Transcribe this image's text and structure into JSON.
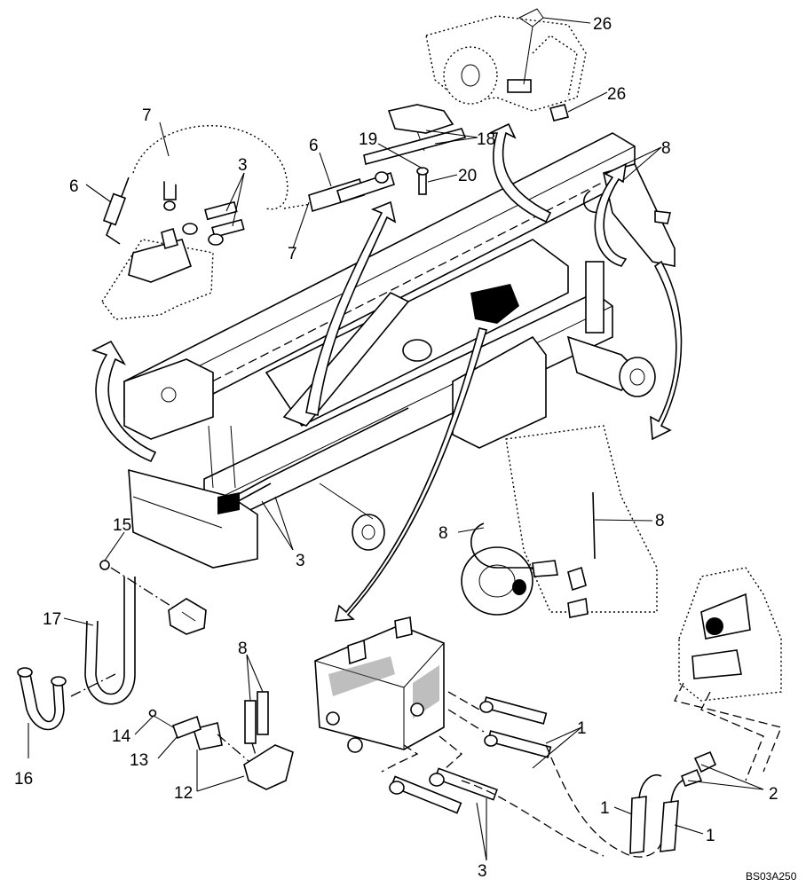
{
  "diagram": {
    "reference_code": "BS03A250",
    "callouts": [
      {
        "id": "c26a",
        "text": "26"
      },
      {
        "id": "c26b",
        "text": "26"
      },
      {
        "id": "c18",
        "text": "18"
      },
      {
        "id": "c19",
        "text": "19"
      },
      {
        "id": "c20",
        "text": "20"
      },
      {
        "id": "c8a",
        "text": "8"
      },
      {
        "id": "c7a",
        "text": "7"
      },
      {
        "id": "c7b",
        "text": "7"
      },
      {
        "id": "c6a",
        "text": "6"
      },
      {
        "id": "c6b",
        "text": "6"
      },
      {
        "id": "c3a",
        "text": "3"
      },
      {
        "id": "c3b",
        "text": "3"
      },
      {
        "id": "c15",
        "text": "15"
      },
      {
        "id": "c17",
        "text": "17"
      },
      {
        "id": "c16",
        "text": "16"
      },
      {
        "id": "c14",
        "text": "14"
      },
      {
        "id": "c13",
        "text": "13"
      },
      {
        "id": "c12",
        "text": "12"
      },
      {
        "id": "c8b",
        "text": "8"
      },
      {
        "id": "c8c",
        "text": "8"
      },
      {
        "id": "c8d",
        "text": "8"
      },
      {
        "id": "c1a",
        "text": "1"
      },
      {
        "id": "c1b",
        "text": "1"
      },
      {
        "id": "c1c",
        "text": "1"
      },
      {
        "id": "c2",
        "text": "2"
      },
      {
        "id": "c3c",
        "text": "3"
      }
    ]
  }
}
